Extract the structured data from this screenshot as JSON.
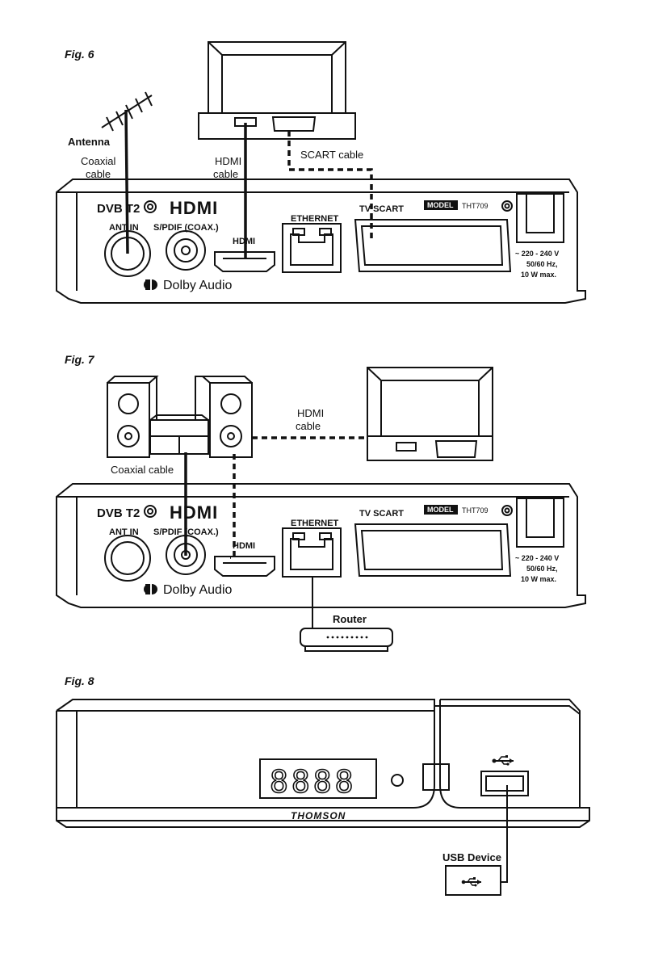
{
  "fig6": {
    "title": "Fig. 6",
    "antenna_label": "Antenna",
    "coaxial_line1": "Coaxial",
    "coaxial_line2": "cable",
    "hdmi_line1": "HDMI",
    "hdmi_line2": "cable",
    "scart_cable_label": "SCART cable"
  },
  "fig7": {
    "title": "Fig. 7",
    "hdmi_line1": "HDMI",
    "hdmi_line2": "cable",
    "coaxial_label": "Coaxial cable",
    "router_label": "Router"
  },
  "fig8": {
    "title": "Fig. 8",
    "display_digits": "8888",
    "brand": "THOMSON",
    "usb_label": "USB Device"
  },
  "back_panel": {
    "dvb_logo": "DVB T2",
    "hdmi_logo": "HDMI",
    "ant_in": "ANT IN",
    "spdif": "S/PDIF (COAX.)",
    "hdmi_port": "HDMI",
    "ethernet": "ETHERNET",
    "tv_scart": "TV SCART",
    "model_tag": "MODEL",
    "model_number": "THT709",
    "power_line1": "~ 220 - 240 V",
    "power_line2": "50/60 Hz,",
    "power_line3": "10 W max.",
    "dolby_audio": "Dolby Audio"
  }
}
